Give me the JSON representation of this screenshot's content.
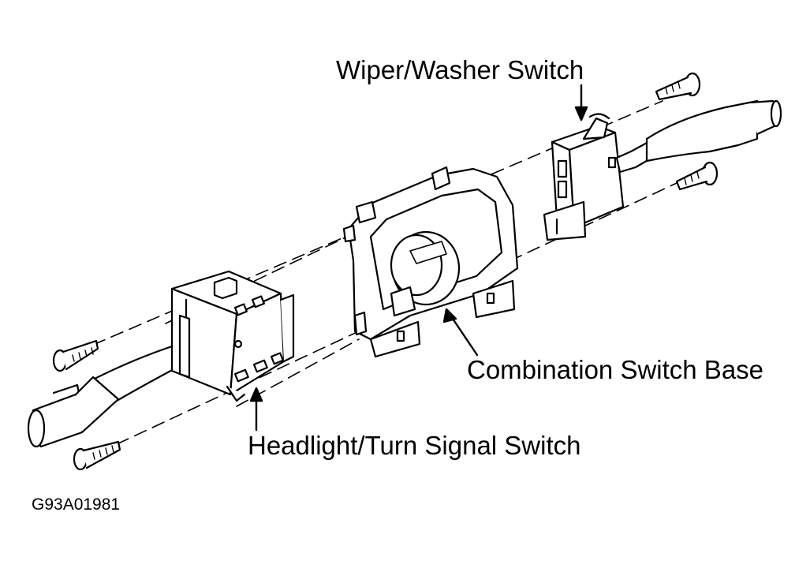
{
  "labels": {
    "wiper_washer_switch": "Wiper/Washer Switch",
    "combination_switch_base": "Combination Switch Base",
    "headlight_turn_signal_switch": "Headlight/Turn Signal Switch"
  },
  "figure_id": "G93A01981",
  "colors": {
    "ink": "#000000",
    "paper": "#ffffff"
  }
}
